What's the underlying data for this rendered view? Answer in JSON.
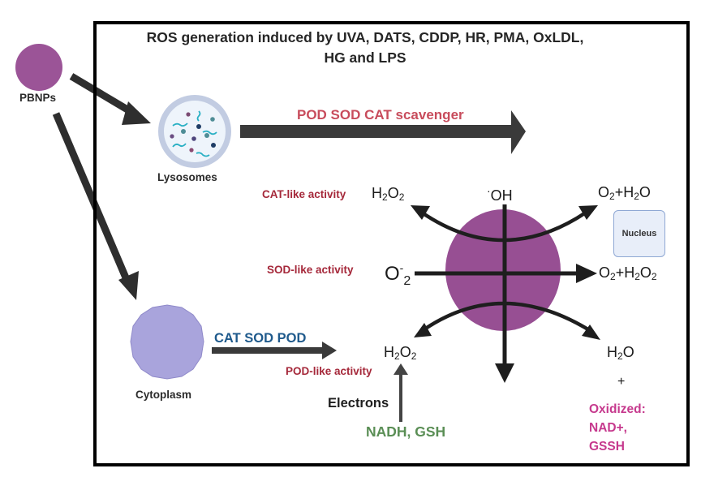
{
  "title": "ROS generation induced by UVA, DATS, CDDP, HR, PMA, OxLDL, HG and LPS",
  "entities": {
    "nanoparticle": "PBNPs",
    "lysosome": "Lysosomes",
    "cytoplasm": "Cytoplasm",
    "nucleus": "Nucleus"
  },
  "arrows": {
    "scavenger_label": "POD SOD CAT scavenger",
    "cytoplasm_enzymes_label": "CAT SOD POD",
    "electrons_label": "Electrons",
    "electron_donors_label": "NADH, GSH"
  },
  "activities": {
    "cat": "CAT-like activity",
    "sod": "SOD-like activity",
    "pod": "POD-like activity"
  },
  "species": {
    "cat_substrate": {
      "main": "H",
      "s1": "2",
      "mid": "O",
      "s2": "2"
    },
    "hydroxyl_radical": {
      "dot": "·",
      "main": "OH"
    },
    "cat_product": {
      "a": "O",
      "s1": "2",
      "b": "+H",
      "s2": "2",
      "c": "O"
    },
    "superoxide": {
      "main": "O",
      "sup": "-",
      "sub": "2"
    },
    "sod_product": {
      "a": "O",
      "s1": "2",
      "b": "+H",
      "s2": "2",
      "c": "O",
      "s3": "2"
    },
    "pod_substrate": {
      "main": "H",
      "s1": "2",
      "mid": "O",
      "s2": "2"
    },
    "pod_product": {
      "main": "H",
      "s1": "2",
      "mid": "O"
    },
    "plus": "+",
    "oxidized_label": "Oxidized: NAD+, GSSH"
  },
  "colors": {
    "nanoparticle": "#9b5497",
    "central_particle": "#974f93",
    "cytoplasm": "#a9a4dc",
    "lysosome_ring": "#b7c3dd",
    "arrow_dark": "#2e2e2e",
    "activity_red": "#a5283a",
    "scavenger_red": "#c84c5c",
    "enzyme_blue": "#1f5a8c",
    "donor_green": "#5a8e55",
    "oxidized_pink": "#c6398d"
  }
}
